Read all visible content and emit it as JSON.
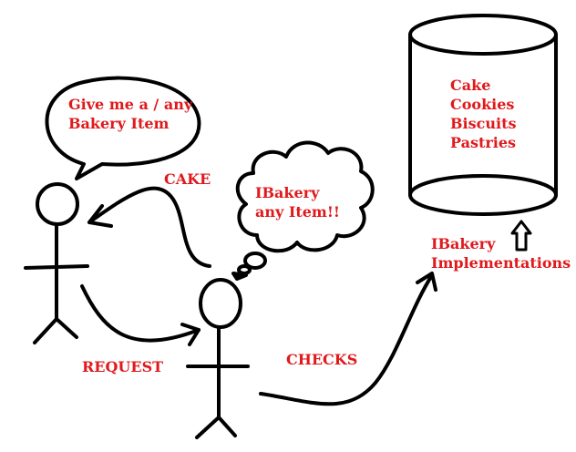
{
  "diagram": {
    "colors": {
      "ink": "#000000",
      "text": "#e0191c"
    },
    "customer_speech": [
      "Give me a / any",
      "Bakery Item"
    ],
    "cake_label": "CAKE",
    "request_label": "REQUEST",
    "checks_label": "CHECKS",
    "baker_thought": [
      "IBakery",
      "any Item!!"
    ],
    "implementations_label": [
      "IBakery",
      "Implementations"
    ],
    "container_items": [
      "Cake",
      "Cookies",
      "Biscuits",
      "Pastries"
    ]
  }
}
